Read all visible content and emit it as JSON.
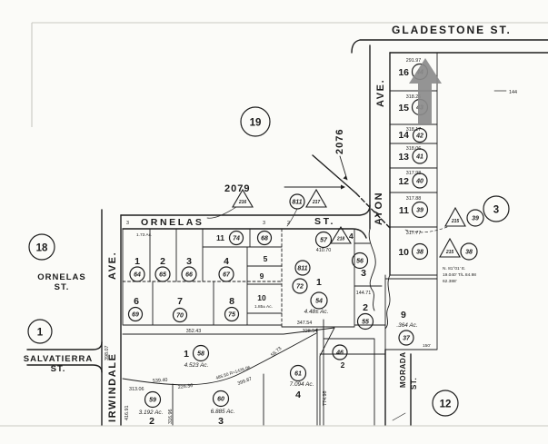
{
  "streets": {
    "gladestone": "GLADESTONE ST.",
    "ornelas": "ORNELAS",
    "ornelas_st": "ST.",
    "ornelas_side_1": "ORNELAS",
    "ornelas_side_2": "ST.",
    "salvatierra_1": "SALVATIERRA",
    "salvatierra_2": "ST.",
    "irwindale": "IRWINDALE",
    "irwindale_ave": "AVE.",
    "ayon": "AYON",
    "ayon_ave": "AVE.",
    "morada": "MORADA",
    "morada_st": "ST."
  },
  "sheet_refs": {
    "n2076": "2076",
    "n2079": "2079",
    "edge": "144"
  },
  "district_circles": {
    "c19": "19",
    "c18": "18",
    "c1": "1",
    "c3": "3",
    "c12": "12"
  },
  "markers": {
    "t216": "216",
    "c811": "811",
    "t217": "217",
    "c57": "57",
    "t218": "218",
    "t215a": "215",
    "c39": "39",
    "t215b": "215",
    "c38": "38"
  },
  "ticks": {
    "a": "3",
    "b": "3",
    "c": "2"
  },
  "east_column": {
    "lots": [
      {
        "lot": "16",
        "pin": "44",
        "meas": "291.97"
      },
      {
        "lot": "15",
        "pin": "43",
        "meas": "318.26"
      },
      {
        "lot": "14",
        "pin": "42",
        "meas": "318.17"
      },
      {
        "lot": "13",
        "pin": "41",
        "meas": "318.06"
      },
      {
        "lot": "12",
        "pin": "40",
        "meas": "317.98"
      },
      {
        "lot": "11",
        "pin": "39",
        "meas": "317.88"
      },
      {
        "lot": "10",
        "pin": "38",
        "meas": "317.77"
      }
    ],
    "note1": "N. 81°01' E.",
    "note2": "19.040' T/L 84.98",
    "note3": "62.388'",
    "lot9_num": "9",
    "lot9_area": ".364 Ac.",
    "lot9_pin": "37",
    "lot9_meas": "150'"
  },
  "ornelas_block": {
    "area_note": "1.73 Ac.",
    "row1": [
      {
        "lot": "1",
        "pin": "64"
      },
      {
        "lot": "2",
        "pin": "65"
      },
      {
        "lot": "3",
        "pin": "66"
      },
      {
        "lot": "4",
        "pin": "67"
      }
    ],
    "lot11": "11",
    "pin74": "74",
    "pin68": "68",
    "lot5": "5",
    "lot9": "9",
    "lot10": "10",
    "lot10_area": "1.85± Ac.",
    "row2": [
      {
        "lot": "6",
        "pin": "69"
      },
      {
        "lot": "7",
        "pin": "70"
      },
      {
        "lot": "8",
        "pin": "75"
      }
    ],
    "center_lot": "1",
    "pin811": "811",
    "pin72": "72",
    "pin54": "54",
    "center_area": "4.48± Ac.",
    "meas_410": "410.70",
    "meas_347": "347.54",
    "east_lot4": "4",
    "east_lot3": "3",
    "pin56": "56",
    "east_lot2": "2",
    "pin55": "55",
    "meas_144": "144.71",
    "pin46": "46",
    "lot2s": "2",
    "meas_774": "774.98"
  },
  "south_block": {
    "meas_352": "352.43",
    "meas_328": "328.54",
    "meas_5673": "56.73",
    "lot1": "1",
    "pin58": "58",
    "area1": "4.523 Ac.",
    "arc_539": "539.40",
    "arc_226": "226.36",
    "arc_485": "485.50 R=1426.06",
    "arc_399": "399.87",
    "lot2": "2",
    "pin59": "59",
    "area2": "3.192 Ac.",
    "meas_313": "313.06",
    "meas_416": "416.91",
    "meas_316": "316.96",
    "lot3": "3",
    "pin60": "60",
    "area3": "6.885 Ac.",
    "lot4": "4",
    "pin61": "61",
    "area4": "7.094 Ac.",
    "meas_398": "398.07"
  }
}
